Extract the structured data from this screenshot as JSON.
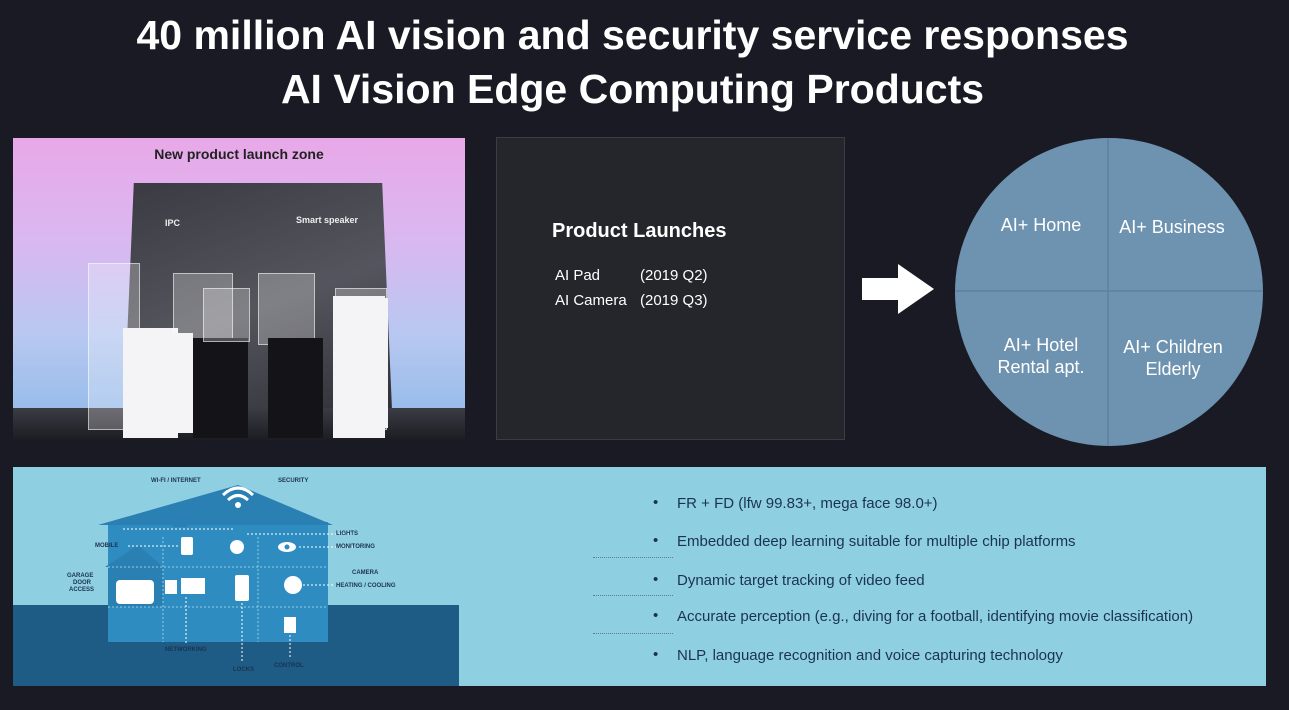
{
  "header": {
    "title_line1": "40 million AI vision and security service responses",
    "title_line2": "AI Vision Edge Computing Products"
  },
  "photo": {
    "zone_label": "New product launch zone",
    "label_ipc": "IPC",
    "label_speaker": "Smart speaker"
  },
  "launches": {
    "title": "Product Launches",
    "items": [
      {
        "name": "AI Pad",
        "date": "(2019 Q2)"
      },
      {
        "name": "AI Camera",
        "date": "(2019 Q3)"
      }
    ]
  },
  "scenarios": {
    "home": "AI+ Home",
    "business": "AI+ Business",
    "hotel_line1": "AI+ Hotel",
    "hotel_line2": "Rental apt.",
    "children_line1": "AI+ Children",
    "children_line2": "Elderly"
  },
  "house": {
    "wifi": "WI-FI / INTERNET",
    "security": "SECURITY",
    "lights": "LIGHTS",
    "monitoring": "MONITORING",
    "mobile": "MOBILE",
    "camera": "CAMERA",
    "heating": "HEATING / COOLING",
    "garage1": "GARAGE",
    "garage2": "DOOR",
    "garage3": "ACCESS",
    "networking": "NETWORKING",
    "locks": "LOCKS",
    "control": "CONTROL"
  },
  "features": [
    "FR + FD (lfw 99.83+,  mega face 98.0+)",
    "Embedded deep learning suitable for multiple chip platforms",
    "Dynamic target tracking of video feed",
    "Accurate perception (e.g., diving for a  football, identifying movie classification)",
    "NLP, language recognition and voice capturing technology"
  ],
  "bullet_char": "•",
  "colors": {
    "background": "#1a1a24",
    "circle": "#6e93b0",
    "panel": "#8ecfe2",
    "house_dark": "#1e5c86",
    "text_dark": "#1c3350"
  }
}
